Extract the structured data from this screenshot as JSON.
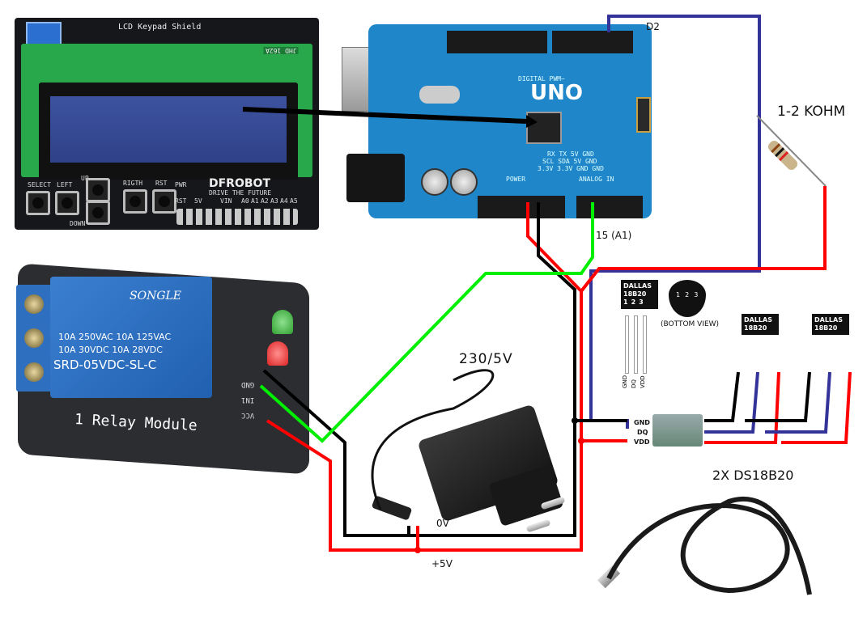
{
  "diagram": {
    "title": "Arduino UNO thermostat wiring: LCD Keypad Shield, relay module, 230/5V supply, 2x DS18B20",
    "components": {
      "lcd_shield": {
        "title": "LCD Keypad Shield",
        "display_model": "JHD 162A",
        "buttons": [
          "SELECT",
          "LEFT",
          "UP",
          "DOWN",
          "RIGTH",
          "RST"
        ],
        "brand": "DFROBOT",
        "brand_tagline": "DRIVE THE FUTURE",
        "pwr_label": "PWR",
        "header_labels": [
          "RST",
          "5V",
          "VIN",
          "A0",
          "A1",
          "A2",
          "A3",
          "A4",
          "A5"
        ]
      },
      "arduino": {
        "name": "UNO",
        "digital_label": "DIGITAL PWM~",
        "power_label": "POWER",
        "analog_label": "ANALOG IN",
        "silk_rows": [
          "RX TX 5V GND",
          "SCL SDA 5V GND",
          "3.3V 3.3V GND GND"
        ]
      },
      "relay": {
        "brand": "SONGLE",
        "spec_line1": "10A 250VAC 10A 125VAC",
        "spec_line2": "10A 30VDC 10A 28VDC",
        "model": "SRD-05VDC-SL-C",
        "board_label": "1 Relay Module",
        "pins": [
          "GND",
          "IN1",
          "VCC"
        ]
      },
      "power_supply": {
        "label": "230/5V",
        "terminals": {
          "ground": "0V",
          "positive": "+5V"
        }
      },
      "ds18b20_reference": {
        "chip_text": "DALLAS 18B20",
        "pin_numbers": [
          "1",
          "2",
          "3"
        ],
        "pin_names": [
          "GND",
          "DQ",
          "VDD"
        ],
        "bottom_view_label": "(BOTTOM VIEW)",
        "connector_labels": [
          "GND",
          "DQ",
          "VDD"
        ]
      },
      "sensor_probe": {
        "label": "2X DS18B20"
      },
      "resistor": {
        "label": "1-2 KOHM"
      }
    },
    "pin_labels": {
      "digital_pin": "D2",
      "analog_pin": "15 (A1)"
    },
    "wire_colors": {
      "data_dq": "#333399",
      "power_5v": "#ff0000",
      "ground": "#000000",
      "relay_signal": "#00ee00",
      "lcd_pointer": "#000000"
    },
    "connections": [
      {
        "from": "LCD Keypad Shield",
        "to": "Arduino UNO",
        "type": "stacked shield (arrow)"
      },
      {
        "from": "Arduino D2",
        "to": "DS18B20 DQ",
        "color": "data_dq",
        "via": "pull-up resistor 1-2 KOHM to +5V"
      },
      {
        "from": "Arduino 5V",
        "to": "+5V rail",
        "color": "power_5v"
      },
      {
        "from": "Arduino GND",
        "to": "0V rail",
        "color": "ground"
      },
      {
        "from": "Arduino A1 (15)",
        "to": "Relay IN1",
        "color": "relay_signal"
      },
      {
        "from": "Relay GND",
        "to": "0V",
        "color": "ground"
      },
      {
        "from": "Relay VCC",
        "to": "+5V",
        "color": "power_5v"
      },
      {
        "from": "230/5V supply",
        "to": "0V / +5V rails"
      }
    ]
  }
}
